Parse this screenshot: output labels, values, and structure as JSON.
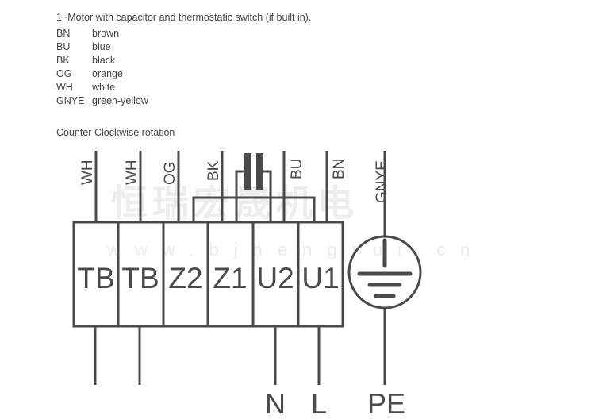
{
  "title": "1~Motor with capacitor and thermostatic switch (if built in).",
  "legend": [
    {
      "code": "BN",
      "color": "brown"
    },
    {
      "code": "BU",
      "color": "blue"
    },
    {
      "code": "BK",
      "color": "black"
    },
    {
      "code": "OG",
      "color": "orange"
    },
    {
      "code": "WH",
      "color": "white"
    },
    {
      "code": "GNYE",
      "color": "green-yellow"
    }
  ],
  "rotation": "Counter Clockwise rotation",
  "diagram": {
    "wires": [
      "WH",
      "WH",
      "OG",
      "BK",
      "BU",
      "BN",
      "GNYE"
    ],
    "terminals": [
      "TB",
      "TB",
      "Z2",
      "Z1",
      "U2",
      "U1"
    ],
    "supply": [
      "N",
      "L",
      "PE"
    ],
    "line_color": "#4a4a4a"
  },
  "watermark": {
    "text": "恒瑞宏晟机电",
    "url": "www.bjhengrui.cn"
  }
}
